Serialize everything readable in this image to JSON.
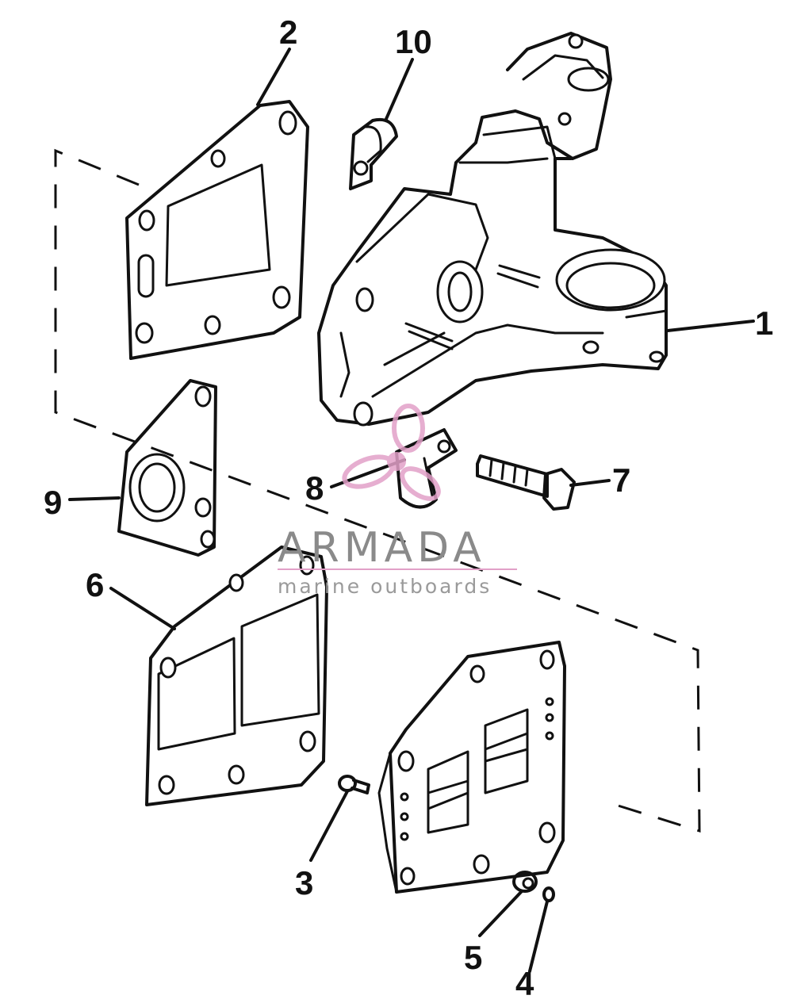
{
  "callouts": {
    "c1": "1",
    "c2": "2",
    "c3": "3",
    "c4": "4",
    "c5": "5",
    "c6": "6",
    "c7": "7",
    "c8": "8",
    "c9": "9",
    "c10": "10"
  },
  "watermark": {
    "brand": "ARMADA",
    "tagline": "marine outboards",
    "logo_icon": "propeller-logo-icon",
    "accent_color": "#e2a0c8",
    "text_color": "#8a8a8a"
  },
  "line_color": "#111111"
}
